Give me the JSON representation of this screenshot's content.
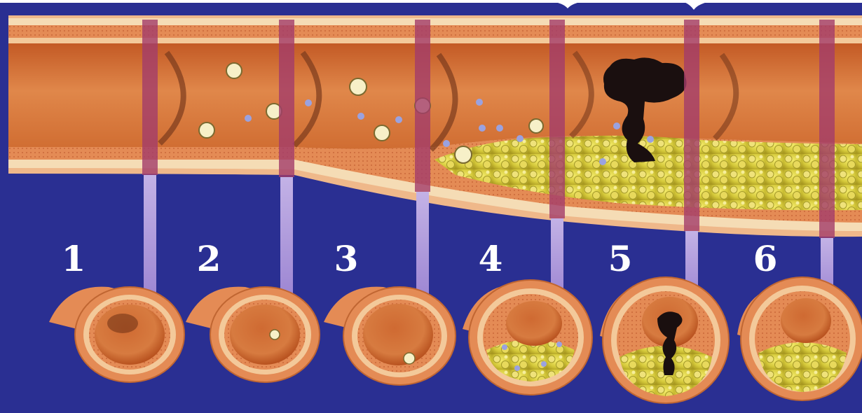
{
  "stages": [
    {
      "number": "1"
    },
    {
      "number": "2"
    },
    {
      "number": "3"
    },
    {
      "number": "4"
    },
    {
      "number": "5"
    },
    {
      "number": "6"
    }
  ],
  "colors": {
    "background": "#2a2f92",
    "vessel_wall": "#e0804a",
    "vessel_lumen": "#d96a2c",
    "intima_band": "#f3c99a",
    "plaque": "#d8cd3c",
    "thrombus": "#1a0f0f",
    "connector": "#b9a6de",
    "separator": "#8a2c5e"
  }
}
